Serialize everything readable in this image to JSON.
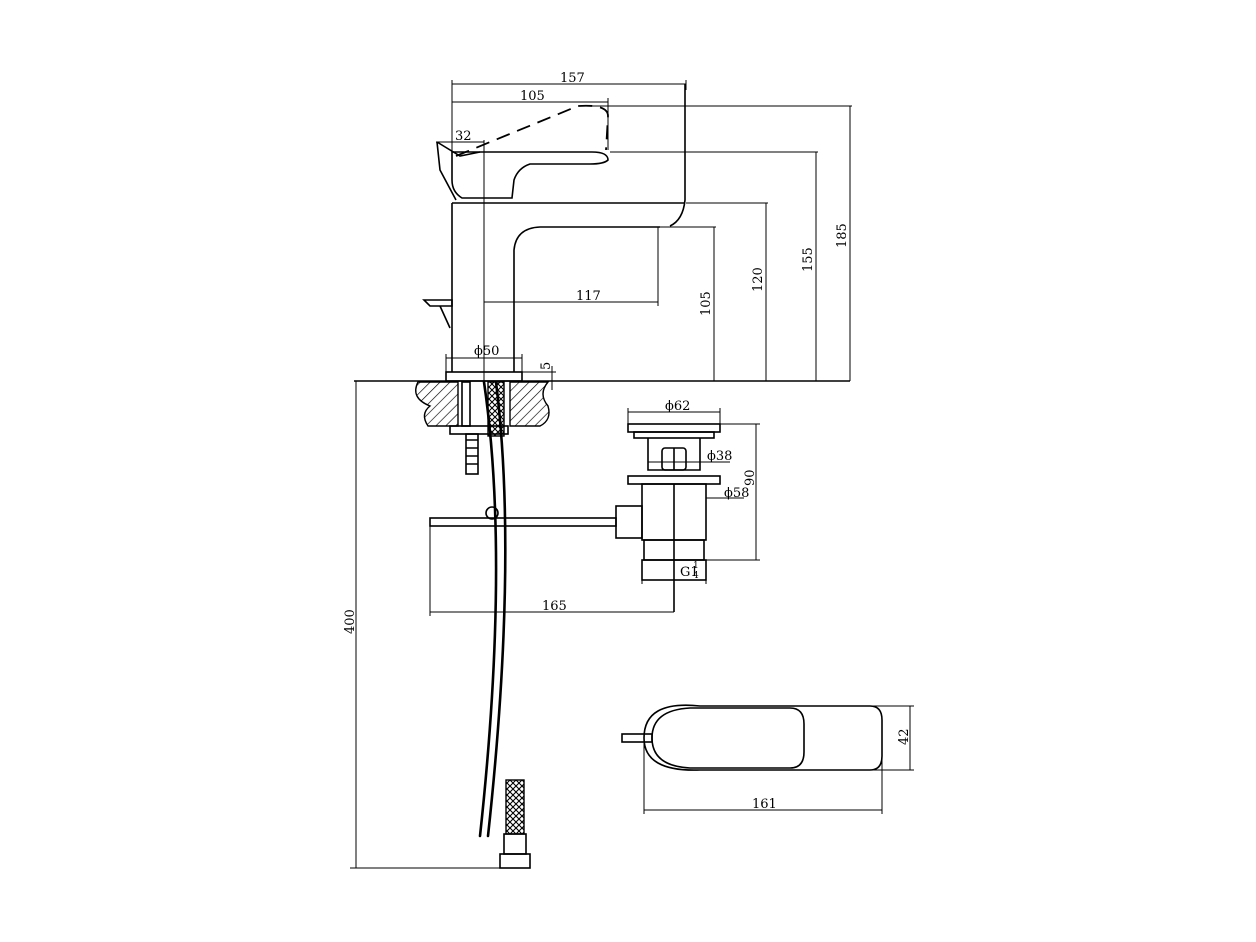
{
  "dimensions": {
    "d157": "157",
    "d105_top": "105",
    "d32": "32",
    "d185": "185",
    "d155": "155",
    "d120": "120",
    "d105_side": "105",
    "d117": "117",
    "phi50": "ϕ50",
    "d5": "5",
    "phi62": "ϕ62",
    "phi38": "ϕ38",
    "phi58": "ϕ58",
    "d90": "90",
    "g114": "G1",
    "g114_num": "1",
    "g114_den": "4",
    "d165": "165",
    "d400": "400",
    "d42": "42",
    "d161": "161"
  }
}
